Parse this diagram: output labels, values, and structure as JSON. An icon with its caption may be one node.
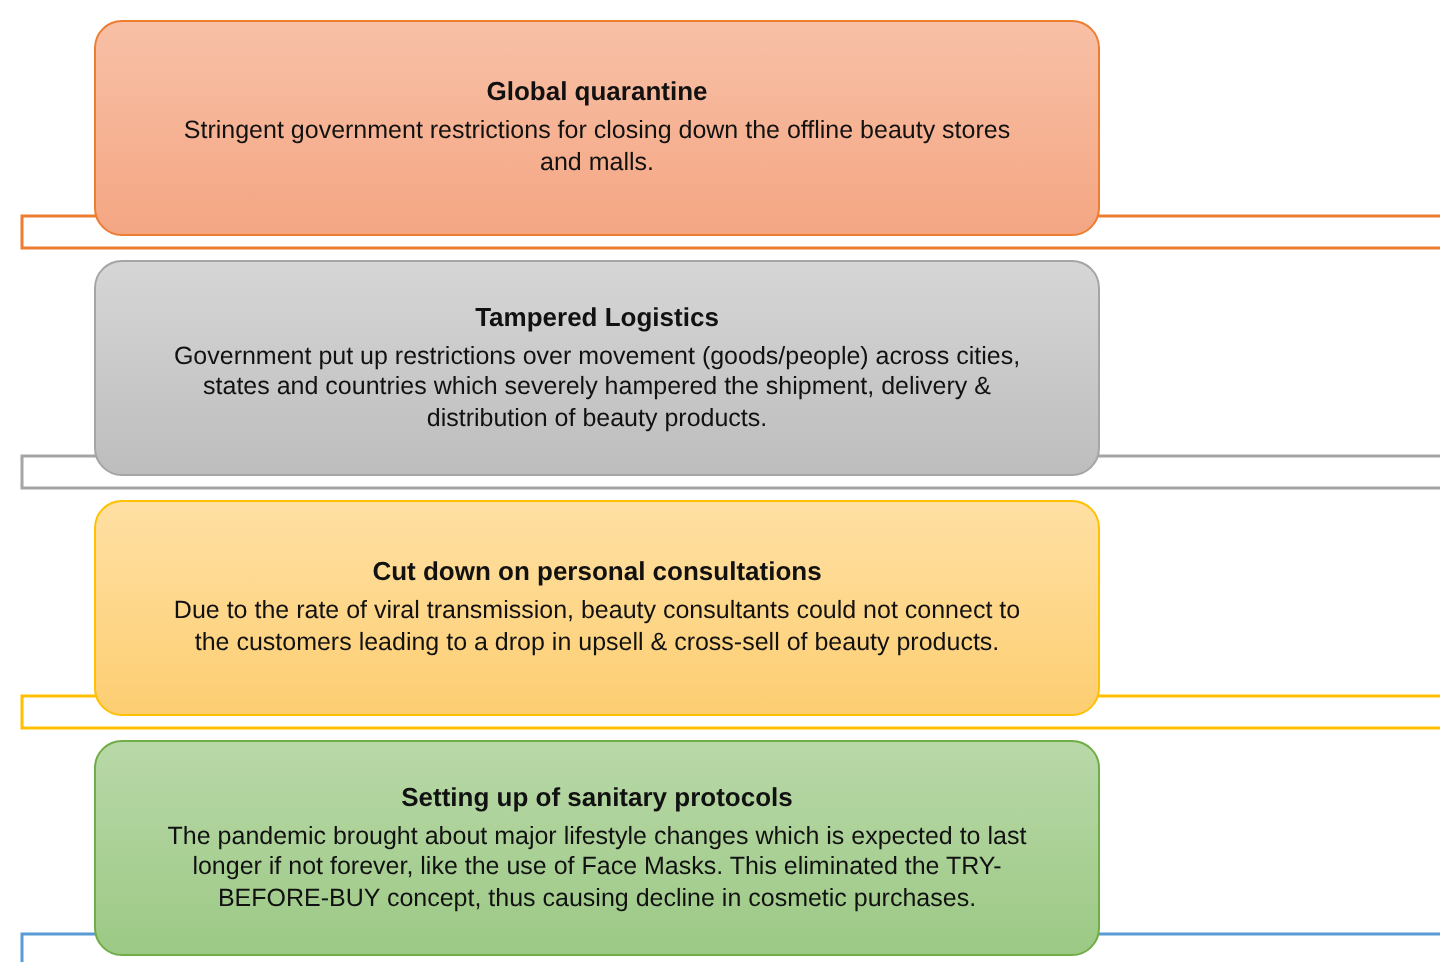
{
  "diagram": {
    "nodes": [
      {
        "text": [
          "Global quarantine",
          "Stringent government restrictions for closing down the offline beauty stores and malls."
        ]
      },
      {
        "text": [],
        "shape": "bar"
      },
      {
        "text": [
          "Tampered Logistics",
          "Government put up restrictions over movement (goods/people) across cities, states and countries which severely hampered the shipment, delivery & distribution of beauty products."
        ]
      },
      {
        "text": [],
        "shape": "bar"
      },
      {
        "text": [
          "Cut down on personal consultations",
          "Due to the rate of viral transmission, beauty consultants could not connect to the customers leading to a drop in upsell & cross-sell of beauty products."
        ]
      },
      {
        "text": [],
        "shape": "bar"
      },
      {
        "text": [
          "Setting up of sanitary protocols",
          "The pandemic brought about major lifestyle changes which is expected to last longer if not forever, like the use of Face Masks. This eliminated the TRY-BEFORE-BUY concept, thus causing decline in cosmetic purchases."
        ]
      },
      {
        "text": [],
        "shape": "bar"
      }
    ]
  }
}
